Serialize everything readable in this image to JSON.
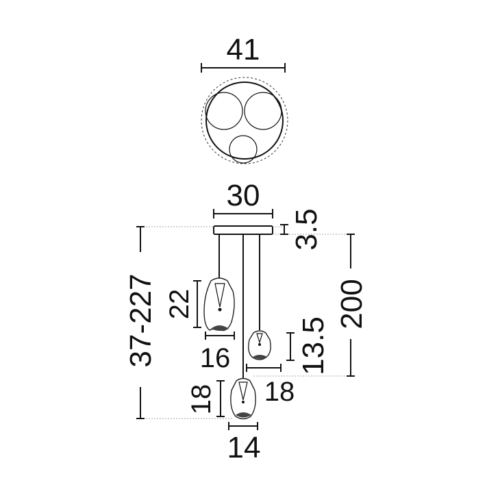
{
  "dimensions": {
    "top_diameter": "41",
    "canopy_width": "30",
    "canopy_height": "3.5",
    "total_height": "37-227",
    "cable_length": "200",
    "shade_left_height": "22",
    "shade_left_width": "16",
    "shade_right_height": "13.5",
    "shade_right_width": "18",
    "shade_bottom_height": "18",
    "shade_bottom_width": "14"
  },
  "colors": {
    "stroke": "#111111",
    "fill": "#ffffff"
  }
}
